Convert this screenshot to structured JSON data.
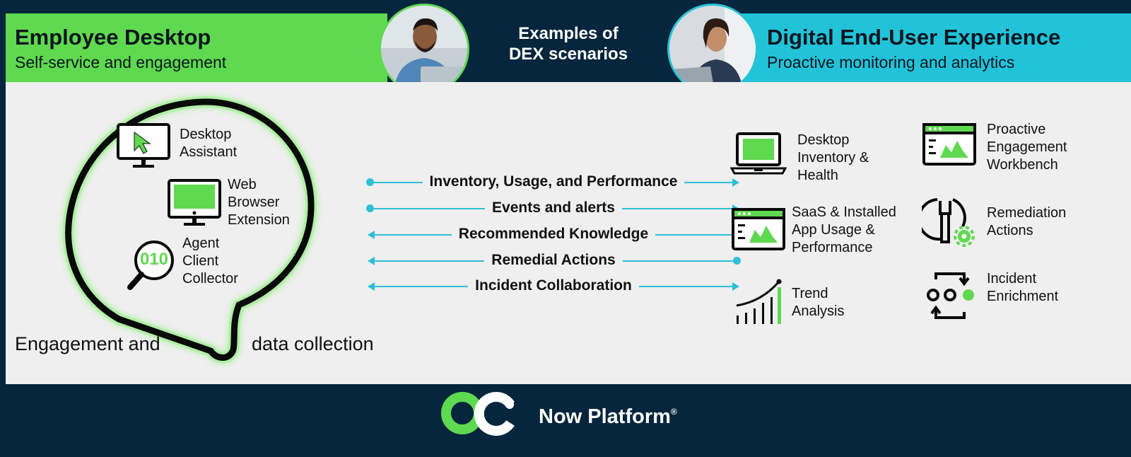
{
  "header_left": {
    "title": "Employee Desktop",
    "subtitle": "Self-service and engagement"
  },
  "header_right": {
    "title": "Digital End-User Experience",
    "subtitle": "Proactive monitoring and analytics"
  },
  "center": {
    "line1": "Examples of",
    "line2": "DEX scenarios"
  },
  "left_items": [
    {
      "icon": "monitor-cursor-icon",
      "lines": [
        "Desktop",
        "Assistant"
      ]
    },
    {
      "icon": "monitor-icon",
      "lines": [
        "Web",
        "Browser",
        "Extension"
      ]
    },
    {
      "icon": "magnifier-010-icon",
      "lines": [
        "Agent",
        "Client",
        "Collector"
      ],
      "badge": "010"
    }
  ],
  "bubble_caption": {
    "left": "Engagement and",
    "right": "data collection"
  },
  "flows": [
    {
      "label": "Inventory, Usage, and Performance",
      "direction": "right"
    },
    {
      "label": "Events and alerts",
      "direction": "right"
    },
    {
      "label": "Recommended Knowledge",
      "direction": "left"
    },
    {
      "label": "Remedial Actions",
      "direction": "left"
    },
    {
      "label": "Incident Collaboration",
      "direction": "both"
    }
  ],
  "right_items": [
    {
      "icon": "laptop-icon",
      "lines": [
        "Desktop",
        "Inventory &",
        "Health"
      ]
    },
    {
      "icon": "app-chart-window-icon",
      "lines": [
        "SaaS & Installed",
        "App Usage &",
        "Performance"
      ]
    },
    {
      "icon": "trend-chart-icon",
      "lines": [
        "Trend",
        "Analysis"
      ]
    },
    {
      "icon": "dashboard-window-icon",
      "lines": [
        "Proactive",
        "Engagement",
        "Workbench"
      ]
    },
    {
      "icon": "wrench-gear-icon",
      "lines": [
        "Remediation",
        "Actions"
      ]
    },
    {
      "icon": "incident-enrichment-icon",
      "lines": [
        "Incident",
        "Enrichment"
      ]
    }
  ],
  "footer": {
    "brand": "Now Platform",
    "mark": "®"
  },
  "colors": {
    "navy": "#06263d",
    "green": "#5fd94f",
    "cyan": "#22c3d8",
    "arrow": "#2ebfd6",
    "panel": "#efefef"
  }
}
